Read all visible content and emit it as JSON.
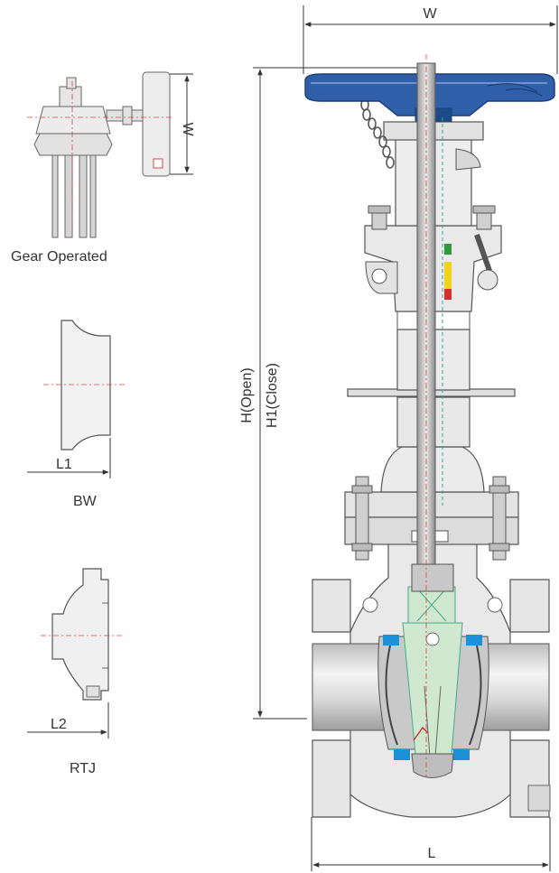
{
  "labels": {
    "width_top": "W",
    "width_gear": "W",
    "gear_operated": "Gear Operated",
    "bw": "BW",
    "l1": "L1",
    "rtj": "RTJ",
    "l2": "L2",
    "h_open": "H(Open)",
    "h1_close": "H1(Close)",
    "l": "L"
  },
  "colors": {
    "handwheel": "#2f5fa8",
    "seat_ring": "#1e90d8",
    "wedge": "#cfe8cf",
    "body_fill": "#e4e4e4",
    "indicator_green": "#2f9a3c",
    "indicator_yellow": "#f2d21b",
    "indicator_red": "#d32f2f",
    "centerline": "#dd4444"
  }
}
